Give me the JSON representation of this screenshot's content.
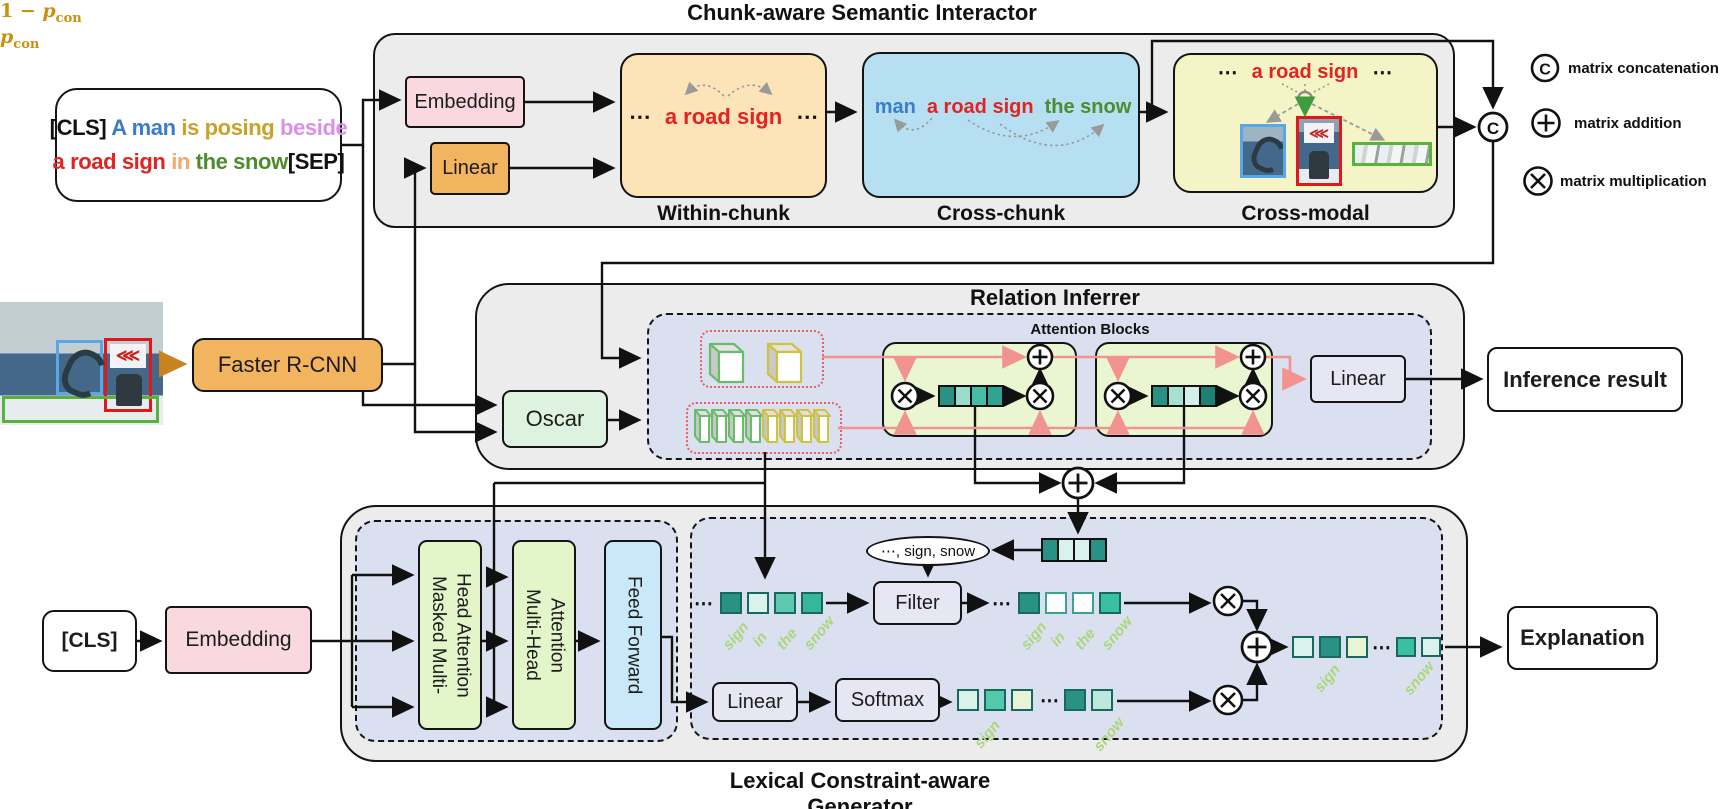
{
  "titles": {
    "interactor": "Chunk-aware Semantic Interactor",
    "inferrer": "Relation Inferrer",
    "generator": "Lexical Constraint-aware Generator",
    "attention_blocks": "Attention Blocks"
  },
  "legend": {
    "concat_symbol": "C",
    "concat": "matrix concatenation",
    "add": "matrix addition",
    "mul": "matrix multiplication"
  },
  "dots": "⋯",
  "input": {
    "line1": [
      {
        "t": "[CLS] ",
        "c": "#111111"
      },
      {
        "t": "A man ",
        "c": "#3d7cc9"
      },
      {
        "t": "is posing ",
        "c": "#c9a227"
      },
      {
        "t": "beside",
        "c": "#d98fe8"
      }
    ],
    "line2": [
      {
        "t": "a road sign ",
        "c": "#e32222"
      },
      {
        "t": "in ",
        "c": "#f2a86e"
      },
      {
        "t": "the snow",
        "c": "#4e8a2e"
      },
      {
        "t": "[SEP]",
        "c": "#111111"
      }
    ]
  },
  "interactor": {
    "embedding": "Embedding",
    "linear": "Linear",
    "within": {
      "label": "Within-chunk",
      "phrase": "a road sign"
    },
    "cross": {
      "label": "Cross-chunk",
      "words": [
        {
          "t": "man",
          "c": "#3d7cc9"
        },
        {
          "t": "a  road  sign",
          "c": "#e32222"
        },
        {
          "t": "the snow",
          "c": "#4e8a2e"
        }
      ]
    },
    "modal": {
      "label": "Cross-modal",
      "phrase": "a road sign"
    }
  },
  "vision": {
    "detector": "Faster R-CNN",
    "encoder": "Oscar"
  },
  "inferrer": {
    "linear": "Linear",
    "result": "Inference result",
    "block1_cells": [
      {
        "bg": "#2a9285"
      },
      {
        "bg": "#9adbc9"
      },
      {
        "bg": "#45bda4"
      },
      {
        "bg": "#2fa391"
      }
    ],
    "block2_cells": [
      {
        "bg": "#2a9285"
      },
      {
        "bg": "#a8e0d2"
      },
      {
        "bg": "#d2efe7"
      },
      {
        "bg": "#1f7f73"
      }
    ]
  },
  "generator": {
    "cls": "[CLS]",
    "embedding": "Embedding",
    "masked_mha": [
      "Masked Multi-",
      "Head Attention"
    ],
    "mha": [
      "Multi-Head",
      "Attention"
    ],
    "ff": "Feed Forward",
    "filter": "Filter",
    "linear": "Linear",
    "softmax": "Softmax",
    "explanation": "Explanation",
    "ellipse": "⋯, sign, snow",
    "prob_top_prefix": "1 − ",
    "p": "p",
    "p_sub": "con",
    "constraint_cells": [
      {
        "bg": "#2a9285"
      },
      {
        "bg": "#d9f2ec"
      },
      {
        "bg": "#d9f2ec"
      },
      {
        "bg": "#2a9285"
      }
    ],
    "row1_cells": [
      {
        "bg": "#2a9285"
      },
      {
        "bg": "#d9f2ec"
      },
      {
        "bg": "#5ec9b0"
      },
      {
        "bg": "#35b79b"
      }
    ],
    "row1_words": [
      "sign",
      "in",
      "the",
      "snow"
    ],
    "row2_cells": [
      {
        "bg": "#2a9285"
      },
      {
        "bg": "#ffffff",
        "bd": "#3aa38f"
      },
      {
        "bg": "#ffffff",
        "bd": "#3aa38f"
      },
      {
        "bg": "#3bbfa4"
      }
    ],
    "row2_words": [
      "sign",
      "in",
      "the",
      "snow"
    ],
    "softmax_cells_a": [
      {
        "bg": "#d9f2ec"
      },
      {
        "bg": "#52c9a8"
      },
      {
        "bg": "#e9f3d6"
      }
    ],
    "softmax_cells_b": [
      {
        "bg": "#2a9285"
      },
      {
        "bg": "#bfe8dd"
      }
    ],
    "softmax_words": [
      "sign",
      "snow"
    ],
    "out_cells_a": [
      {
        "bg": "#d9f2ec"
      },
      {
        "bg": "#2a9285"
      },
      {
        "bg": "#e9f3d6"
      }
    ],
    "out_cells_b": [
      {
        "bg": "#3bbfa4"
      },
      {
        "bg": "#d9f2ec"
      }
    ],
    "out_words": [
      "sign",
      "snow"
    ]
  }
}
